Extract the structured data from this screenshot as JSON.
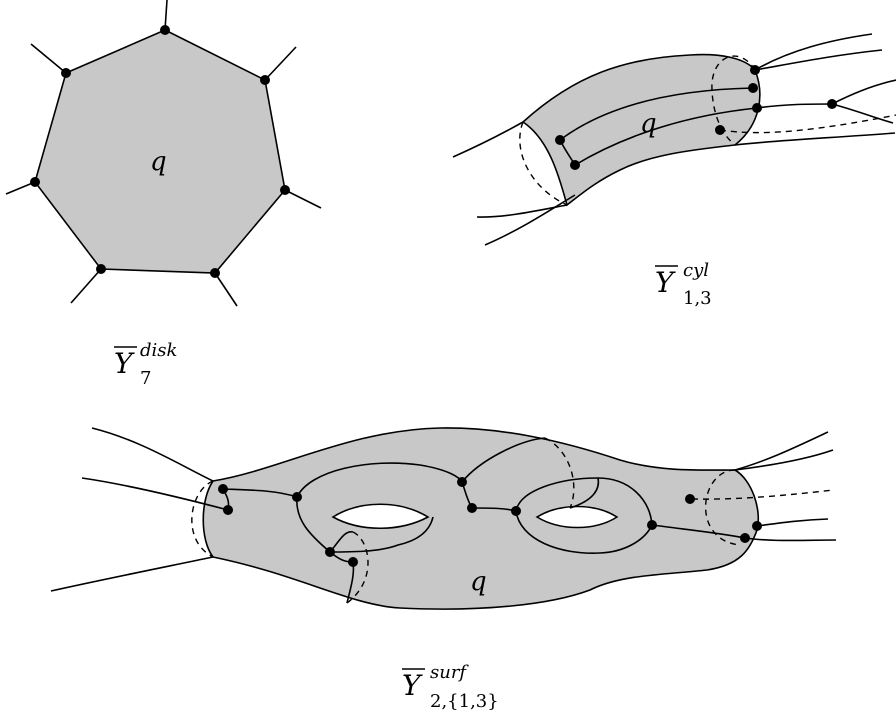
{
  "figures": [
    {
      "id": "disk",
      "face_label": "q",
      "caption": {
        "base": "Y",
        "sup": "disk",
        "sub": "7"
      }
    },
    {
      "id": "cylinder",
      "face_label": "q",
      "caption": {
        "base": "Y",
        "sup": "cyl",
        "sub": "1,3"
      }
    },
    {
      "id": "surface",
      "face_label": "q",
      "caption": {
        "base": "Y",
        "sup": "surf",
        "sub": "2,{1,3}"
      }
    }
  ],
  "colors": {
    "face_fill": "#c8c8c8",
    "stroke": "#000000",
    "node": "#000000"
  }
}
